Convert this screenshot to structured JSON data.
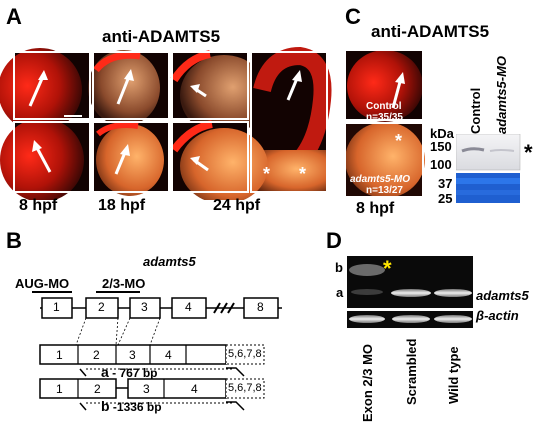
{
  "panel_letters": {
    "a": "A",
    "b": "B",
    "c": "C",
    "d": "D"
  },
  "panel_a": {
    "title": "anti-ADAMTS5",
    "stage_labels": [
      "8 hpf",
      "18 hpf",
      "24 hpf"
    ],
    "asterisk": "*"
  },
  "panel_c": {
    "title": "anti-ADAMTS5",
    "control_label": "Control",
    "control_count": "n=35/35",
    "mo_label": "adamts5-MO",
    "mo_count": "n=13/27",
    "stage_label": "8 hpf",
    "kda_label": "kDa",
    "mw_markers": [
      "150",
      "100",
      "37",
      "25"
    ],
    "lane_labels": [
      "Control",
      "adamts5-MO"
    ],
    "band_marker": "*"
  },
  "panel_b": {
    "gene_name": "adamts5",
    "aug_mo": "AUG-MO",
    "mo_23": "2/3-MO",
    "exons": [
      "1",
      "2",
      "3",
      "4",
      "8"
    ],
    "transcript1_exons": [
      "1",
      "2",
      "3",
      "4",
      "5,6,7,8"
    ],
    "transcript2_exons": [
      "1",
      "2",
      "3",
      "4",
      "5,6,7,8"
    ],
    "product_a": "a",
    "product_a_size": " - 767 bp",
    "product_b": "b",
    "product_b_size": " -1336 bp"
  },
  "panel_d": {
    "band_b": "b",
    "band_a": "a",
    "asterisk": "*",
    "gene_label": "adamts5",
    "control_gene": "β-actin",
    "lanes": [
      "Exon 2/3 MO",
      "Scrambled",
      "Wild type"
    ]
  }
}
